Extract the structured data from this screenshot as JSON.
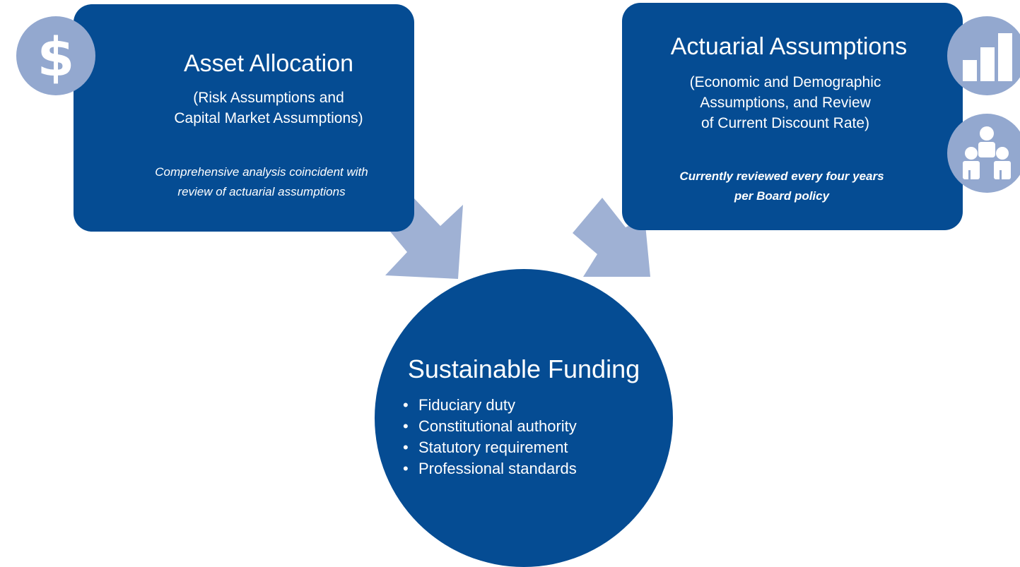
{
  "left_box": {
    "title": "Asset Allocation",
    "subtitle_lines": [
      "(Risk Assumptions and",
      "Capital Market Assumptions)"
    ],
    "note_lines": [
      "Comprehensive analysis coincident with",
      "review of actuarial assumptions"
    ],
    "icon": "dollar-sign"
  },
  "right_box": {
    "title": "Actuarial Assumptions",
    "subtitle_lines": [
      "(Economic and Demographic",
      "Assumptions, and Review",
      "of Current Discount Rate)"
    ],
    "note_lines": [
      "Currently reviewed every four years",
      "per Board policy"
    ],
    "icons": [
      "bar-chart",
      "people-group"
    ]
  },
  "center": {
    "title": "Sustainable Funding",
    "bullet": "•",
    "items": [
      "Fiduciary duty",
      "Constitutional authority",
      "Statutory requirement",
      "Professional standards"
    ]
  },
  "colors": {
    "primary": "#054c93",
    "icon_light": "#93a8cf",
    "arrow": "#9fb1d4"
  }
}
